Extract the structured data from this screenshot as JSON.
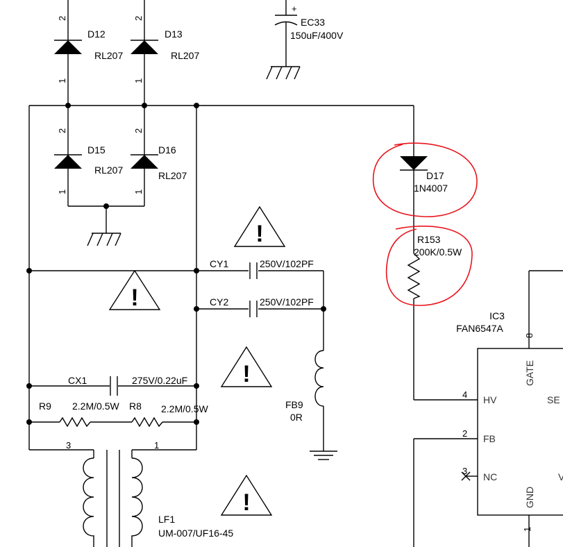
{
  "components": {
    "ec33": {
      "ref": "EC33",
      "value": "150uF/400V",
      "polarity": "+"
    },
    "d12": {
      "ref": "D12",
      "value": "RL207"
    },
    "d13": {
      "ref": "D13",
      "value": "RL207"
    },
    "d15": {
      "ref": "D15",
      "value": "RL207"
    },
    "d16": {
      "ref": "D16",
      "value": "RL207"
    },
    "d17": {
      "ref": "D17",
      "value": "1N4007"
    },
    "r153": {
      "ref": "R153",
      "value": "200K/0.5W"
    },
    "cy1": {
      "ref": "CY1",
      "value": "250V/102PF"
    },
    "cy2": {
      "ref": "CY2",
      "value": "250V/102PF"
    },
    "cx1": {
      "ref": "CX1",
      "value": "275V/0.22uF"
    },
    "r9": {
      "ref": "R9",
      "value": "2.2M/0.5W"
    },
    "r8": {
      "ref": "R8",
      "value": "2.2M/0.5W"
    },
    "fb9": {
      "ref": "FB9",
      "value": "0R"
    },
    "lf1": {
      "ref": "LF1",
      "value": "UM-007/UF16-45"
    },
    "ic3": {
      "ref": "IC3",
      "value": "FAN6547A"
    }
  },
  "ic3_pins": {
    "hv": {
      "num": "4",
      "name": "HV"
    },
    "fb": {
      "num": "2",
      "name": "FB"
    },
    "nc": {
      "num": "3",
      "name": "NC"
    },
    "gate": {
      "num": "8",
      "name": "GATE"
    },
    "gnd": {
      "num": "1",
      "name": "GND"
    },
    "sen_partial": "SE",
    "v_partial": "V"
  },
  "pin_numbers": {
    "d12_top": "2",
    "d12_bot": "1",
    "d13_top": "2",
    "d13_bot": "1",
    "d15_top": "2",
    "d15_bot": "1",
    "d16_top": "2",
    "d16_bot": "1",
    "lf1_left": "3",
    "lf1_right": "1"
  },
  "warning_symbol": "!",
  "highlight_color": "#e8141c"
}
